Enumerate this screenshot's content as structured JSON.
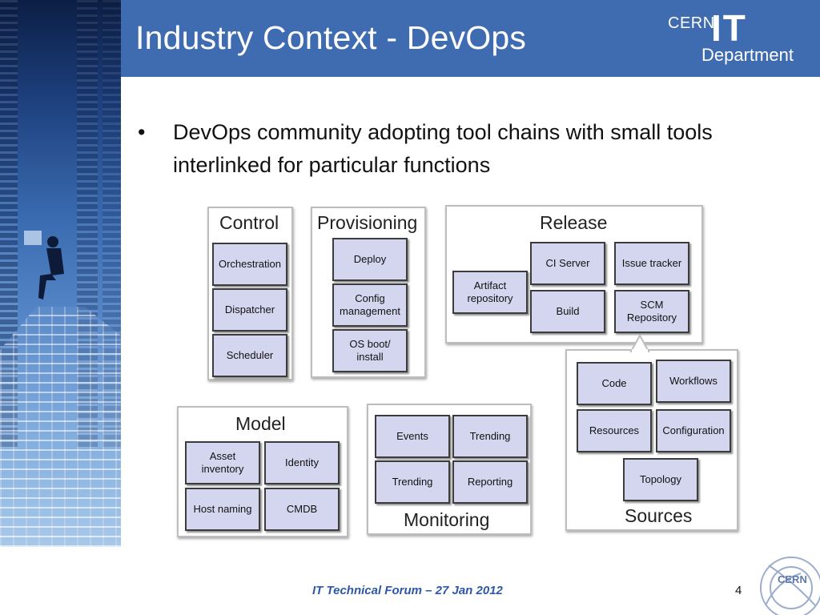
{
  "header": {
    "title": "Industry Context - DevOps"
  },
  "logo": {
    "cern": "CERN",
    "it": "IT",
    "department": "Department"
  },
  "bullet": {
    "marker": "•",
    "text": "DevOps community adopting tool chains with small tools interlinked for particular functions"
  },
  "diagram": {
    "control": {
      "title": "Control",
      "items": [
        "Orchestration",
        "Dispatcher",
        "Scheduler"
      ]
    },
    "provisioning": {
      "title": "Provisioning",
      "items": [
        "Deploy",
        "Config management",
        "OS boot/ install"
      ]
    },
    "release": {
      "title": "Release",
      "items": [
        "CI Server",
        "Issue tracker",
        "Artifact repository",
        "Build",
        "SCM Repository"
      ]
    },
    "sources": {
      "title": "Sources",
      "items": [
        "Code",
        "Workflows",
        "Resources",
        "Configuration",
        "Topology"
      ]
    },
    "model": {
      "title": "Model",
      "items": [
        "Asset inventory",
        "Identity",
        "Host naming",
        "CMDB"
      ]
    },
    "monitoring": {
      "title": "Monitoring",
      "items": [
        "Events",
        "Trending",
        "Trending",
        "Reporting"
      ]
    }
  },
  "footer": {
    "text": "IT Technical Forum – 27 Jan 2012",
    "page": "4",
    "seal_text": "CERN"
  },
  "colors": {
    "header": "#3f6cb0",
    "cell_fill": "#d4d6ef",
    "footer_text": "#2e57a6"
  }
}
